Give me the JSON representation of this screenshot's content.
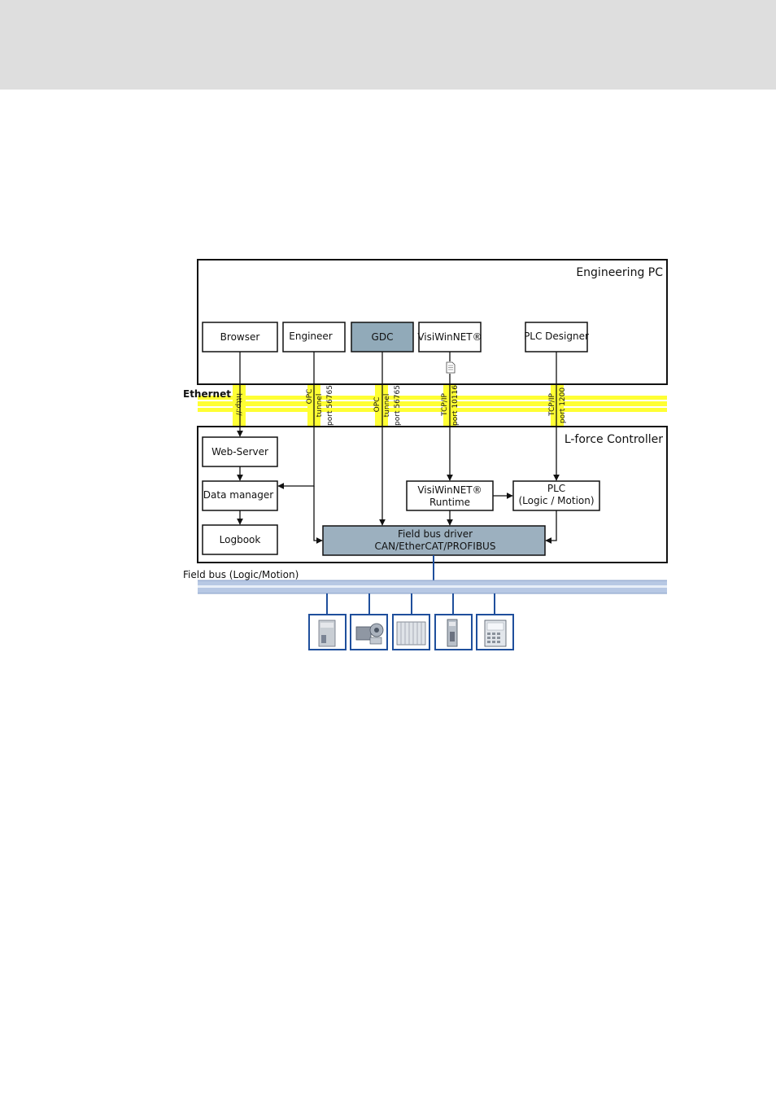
{
  "engineering_pc": {
    "title": "Engineering PC"
  },
  "controller": {
    "title": "L-force Controller"
  },
  "ethernet": {
    "label": "Ethernet"
  },
  "fieldbus": {
    "label": "Field bus (Logic/Motion)"
  },
  "pc_boxes": {
    "browser": "Browser",
    "engineer": "Engineer",
    "gdc": "GDC",
    "visiwinnet": "VisiWinNET®",
    "plc_designer": "PLC Designer"
  },
  "protocols": {
    "http": "http://",
    "opc1_a": "OPC",
    "opc1_b": "tunnel",
    "opc1_c": "port 56765",
    "opc2_a": "OPC",
    "opc2_b": "tunnel",
    "opc2_c": "port 56765",
    "tcp1_a": "TCP/IP",
    "tcp1_b": "port 10116",
    "tcp2_a": "TCP/IP",
    "tcp2_b": "port 1200"
  },
  "controller_boxes": {
    "web_server": "Web-Server",
    "data_manager": "Data manager",
    "logbook": "Logbook",
    "visiwinnet_runtime_1": "VisiWinNET®",
    "visiwinnet_runtime_2": "Runtime",
    "plc_1": "PLC",
    "plc_2": "(Logic / Motion)",
    "fieldbus_driver_1": "Field bus driver",
    "fieldbus_driver_2": "CAN/EtherCAT/PROFIBUS"
  },
  "devices": [
    "drive-unit-icon",
    "motor-gearbox-icon",
    "io-rack-icon",
    "slim-drive-icon",
    "hmi-panel-icon"
  ],
  "colors": {
    "header_band": "#dedede",
    "ethernet_yellow": "#ffff33",
    "gdc_fill": "#91aab9",
    "fieldbus_fill": "#9cb0bf",
    "fieldbus_blue": "#1f4f9c",
    "bus_blue": "#b7c8e4"
  }
}
